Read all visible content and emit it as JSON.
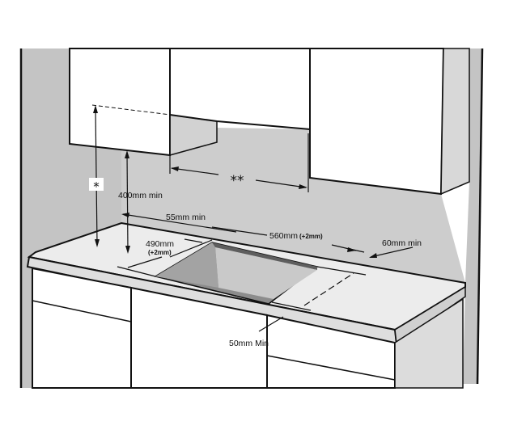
{
  "colors": {
    "outline": "#111111",
    "wall": "#c4c4c4",
    "wall_shadow": "#aaaaaa",
    "cabinet": "#ffffff",
    "cabinet_side": "#d2d2d2",
    "worktop": "#ececec",
    "cutout_outer": "#8c8c8c",
    "cutout_inner": "#c9c9c9",
    "cutout_back": "#5e5e5e"
  },
  "labels": {
    "clearance_marker": "*",
    "hood_gap_marker": "**",
    "min_height_above": "400mm min",
    "rear_distance": "55mm min",
    "cutout_width": "560mm",
    "cutout_width_tolerance": "(+2mm)",
    "cutout_depth": "490mm",
    "cutout_depth_tolerance": "(+2mm)",
    "side_distance": "60mm min",
    "front_distance": "50mm Min"
  }
}
